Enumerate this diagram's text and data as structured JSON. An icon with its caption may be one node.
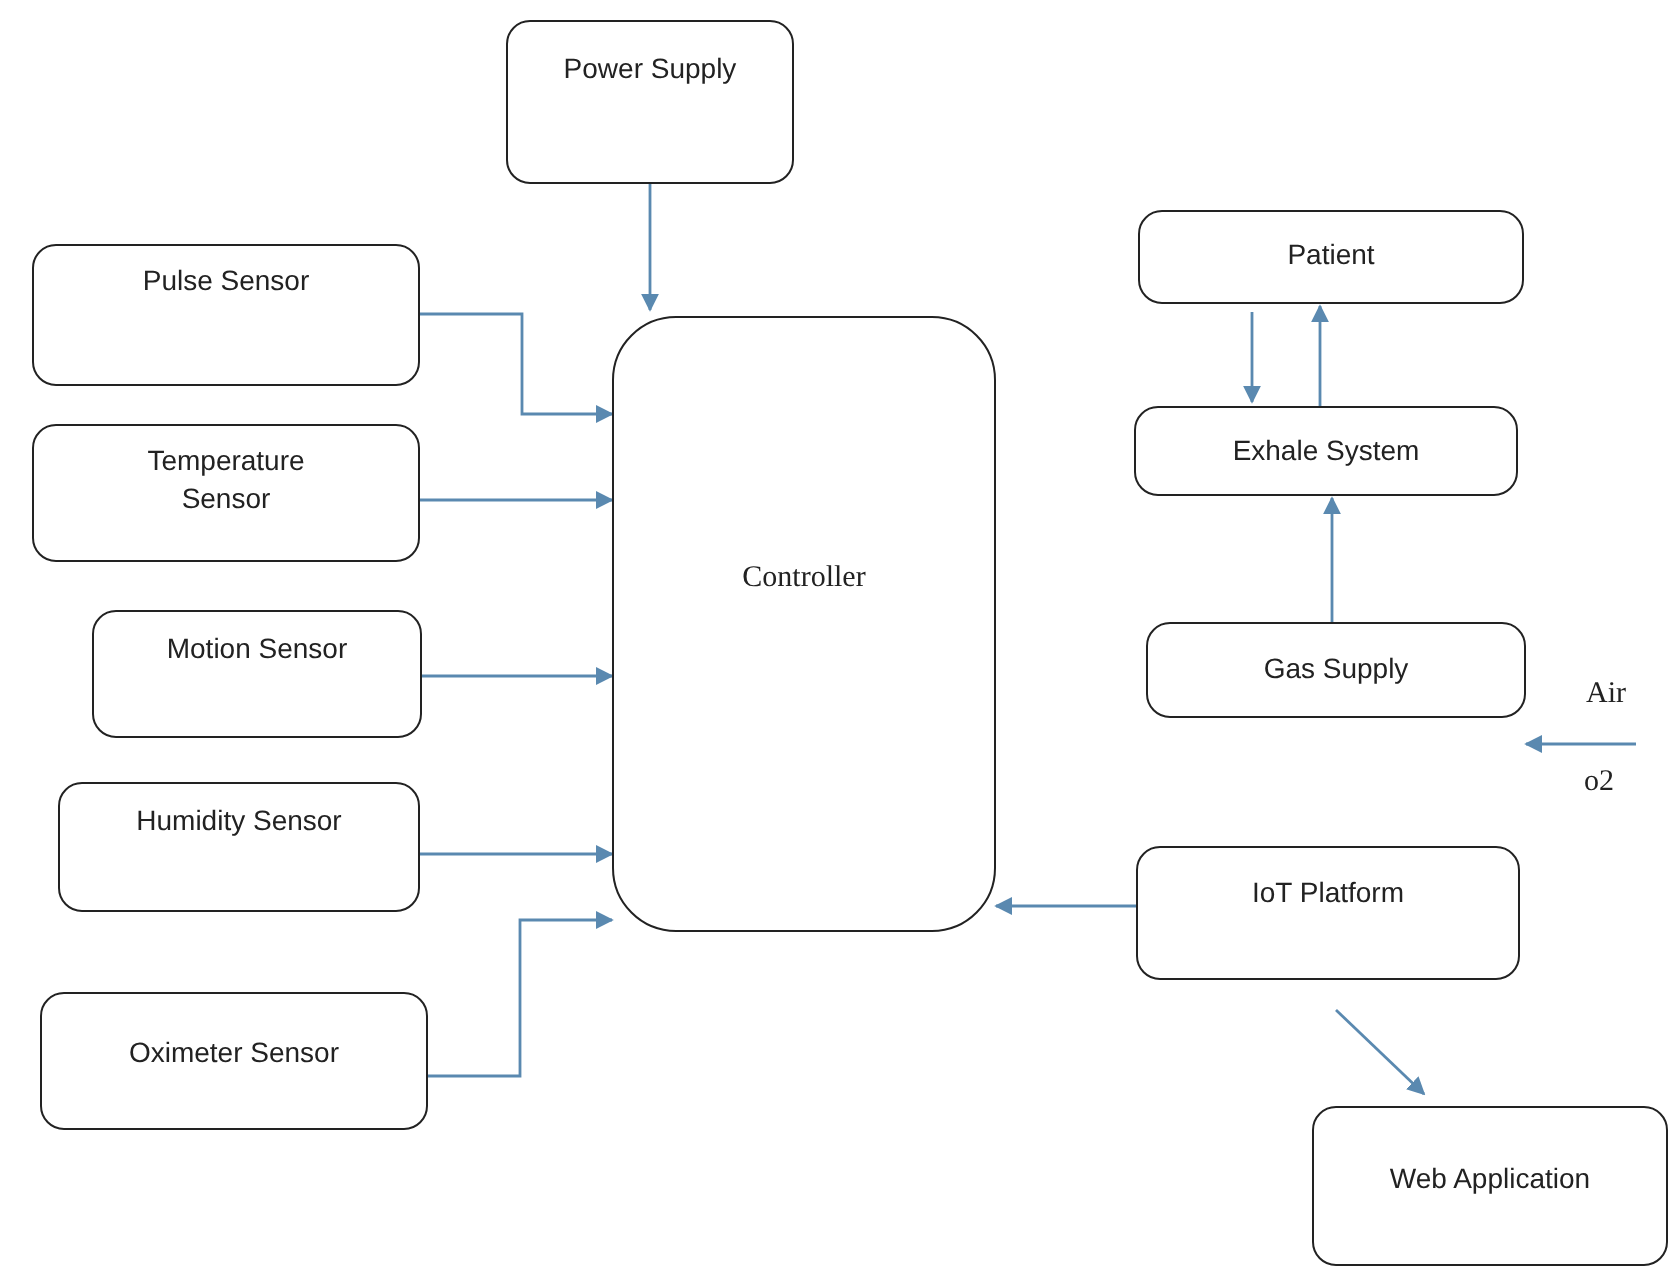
{
  "diagram": {
    "nodes": [
      {
        "text": [
          "Power Supply"
        ]
      },
      {
        "text": [
          "Pulse Sensor"
        ]
      },
      {
        "text": [
          "Temperature Sensor"
        ]
      },
      {
        "text": [
          "Motion Sensor"
        ]
      },
      {
        "text": [
          "Humidity Sensor"
        ]
      },
      {
        "text": [
          "Oximeter Sensor"
        ]
      },
      {
        "text": [
          "Controller"
        ]
      },
      {
        "text": [
          "Patient"
        ]
      },
      {
        "text": [
          "Exhale System"
        ]
      },
      {
        "text": [
          "Gas Supply"
        ]
      },
      {
        "text": [
          "IoT Platform"
        ]
      },
      {
        "text": [
          "Web Application"
        ]
      }
    ],
    "edges": [
      {
        "from": 0,
        "to": 6,
        "arrow": "to"
      },
      {
        "from": 1,
        "to": 6,
        "arrow": "to"
      },
      {
        "from": 2,
        "to": 6,
        "arrow": "to"
      },
      {
        "from": 3,
        "to": 6,
        "arrow": "to"
      },
      {
        "from": 4,
        "to": 6,
        "arrow": "to"
      },
      {
        "from": 5,
        "to": 6,
        "arrow": "to"
      },
      {
        "from": 7,
        "to": 8,
        "arrow": "to"
      },
      {
        "from": 8,
        "to": 7,
        "arrow": "to"
      },
      {
        "from": 9,
        "to": 8,
        "arrow": "to"
      },
      {
        "from": null,
        "to": 9,
        "arrow": "to"
      },
      {
        "from": 10,
        "to": 6,
        "arrow": "to"
      },
      {
        "from": 10,
        "to": 11,
        "arrow": "to"
      }
    ],
    "labels": [
      "Air",
      "o2"
    ]
  }
}
